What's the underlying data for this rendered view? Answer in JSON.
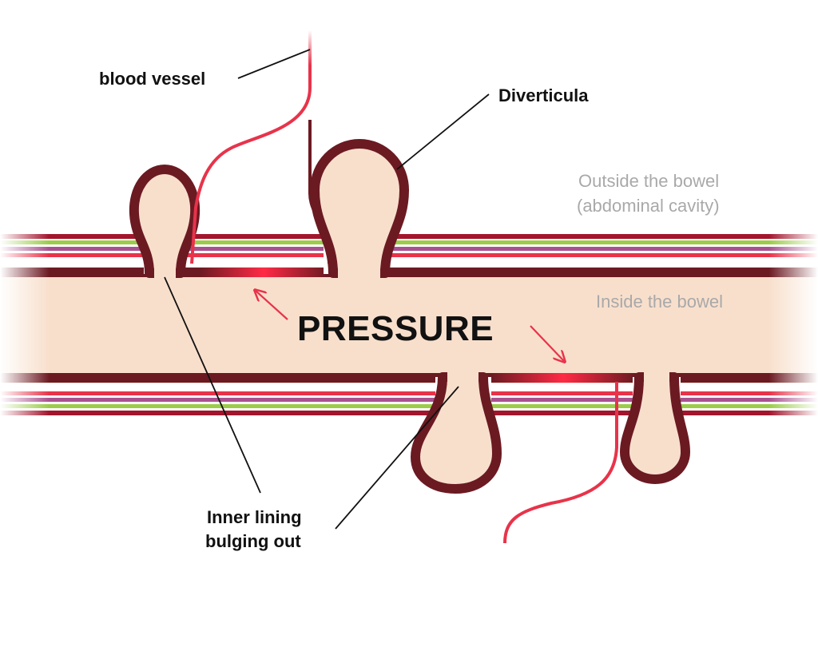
{
  "labels": {
    "blood_vessel": "blood vessel",
    "diverticula": "Diverticula",
    "outside_line1": "Outside the bowel",
    "outside_line2": "(abdominal cavity)",
    "inside": "Inside the bowel",
    "pressure": "PRESSURE",
    "inner_line1": "Inner lining",
    "inner_line2": "bulging out"
  },
  "colors": {
    "lumen": "#f8dfcc",
    "wall_dark": "#6b1a22",
    "layer_crimson": "#a3152d",
    "layer_green": "#9ccc4a",
    "layer_purple": "#a9518f",
    "layer_red": "#e8334a",
    "vessel": "#e8334a",
    "pressure_glow": "#ff2a45",
    "label_grey": "#a9a9a9",
    "label_dark": "#111111"
  }
}
